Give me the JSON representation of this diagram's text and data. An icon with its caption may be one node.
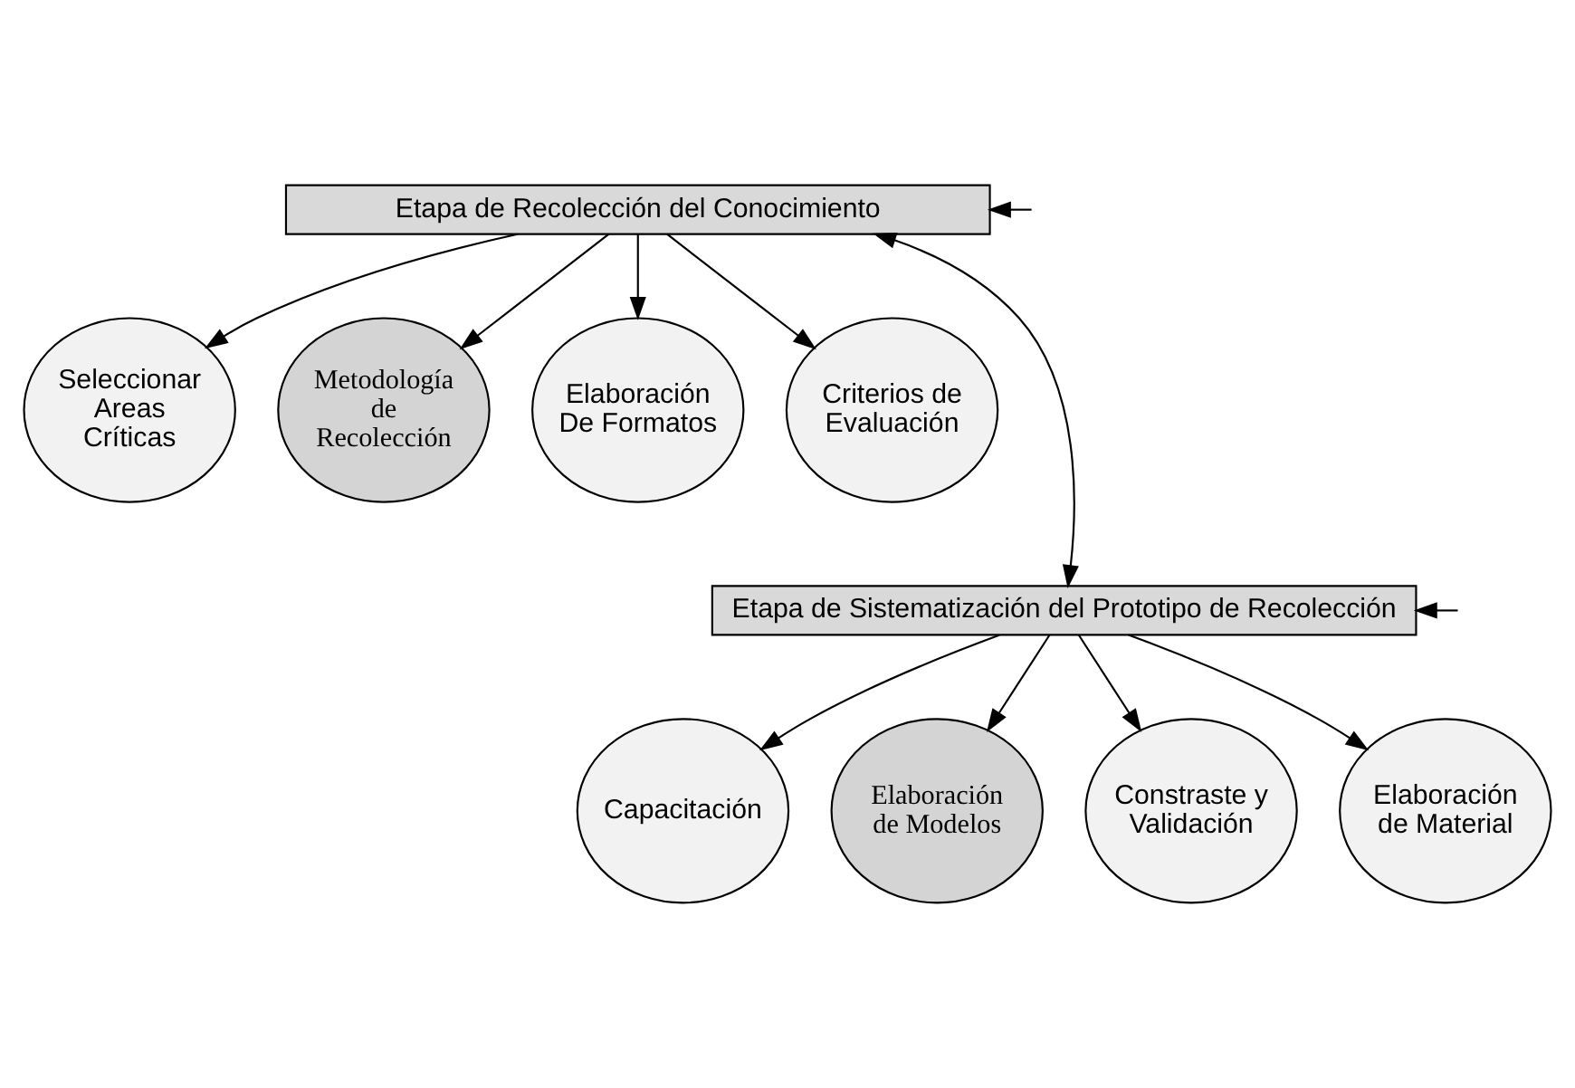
{
  "diagram": {
    "nodes": [
      {
        "text": [
          "Etapa de Recolección del Conocimiento"
        ]
      },
      {
        "text": [
          "Seleccionar Areas Críticas"
        ]
      },
      {
        "text": [
          "Metodología de Recolección"
        ]
      },
      {
        "text": [
          "Elaboración De Formatos"
        ]
      },
      {
        "text": [
          "Criterios de Evaluación"
        ]
      },
      {
        "text": [
          "Etapa de Sistematización del Prototipo de Recolección"
        ]
      },
      {
        "text": [
          "Capacitación"
        ]
      },
      {
        "text": [
          "Elaboración de Modelos"
        ]
      },
      {
        "text": [
          "Constraste y Validación"
        ]
      },
      {
        "text": [
          "Elaboración de Material"
        ]
      }
    ],
    "edges": [
      {
        "from": 0,
        "to": 1,
        "arrow": "to"
      },
      {
        "from": 0,
        "to": 2,
        "arrow": "to"
      },
      {
        "from": 0,
        "to": 3,
        "arrow": "to"
      },
      {
        "from": 0,
        "to": 4,
        "arrow": "to"
      },
      {
        "from": 0,
        "to": 5,
        "arrow": "both"
      },
      {
        "from": null,
        "to": 0,
        "arrow": "to"
      },
      {
        "from": null,
        "to": 5,
        "arrow": "to"
      },
      {
        "from": 5,
        "to": 6,
        "arrow": "to"
      },
      {
        "from": 5,
        "to": 7,
        "arrow": "to"
      },
      {
        "from": 5,
        "to": 8,
        "arrow": "to"
      },
      {
        "from": 5,
        "to": 9,
        "arrow": "to"
      }
    ]
  }
}
